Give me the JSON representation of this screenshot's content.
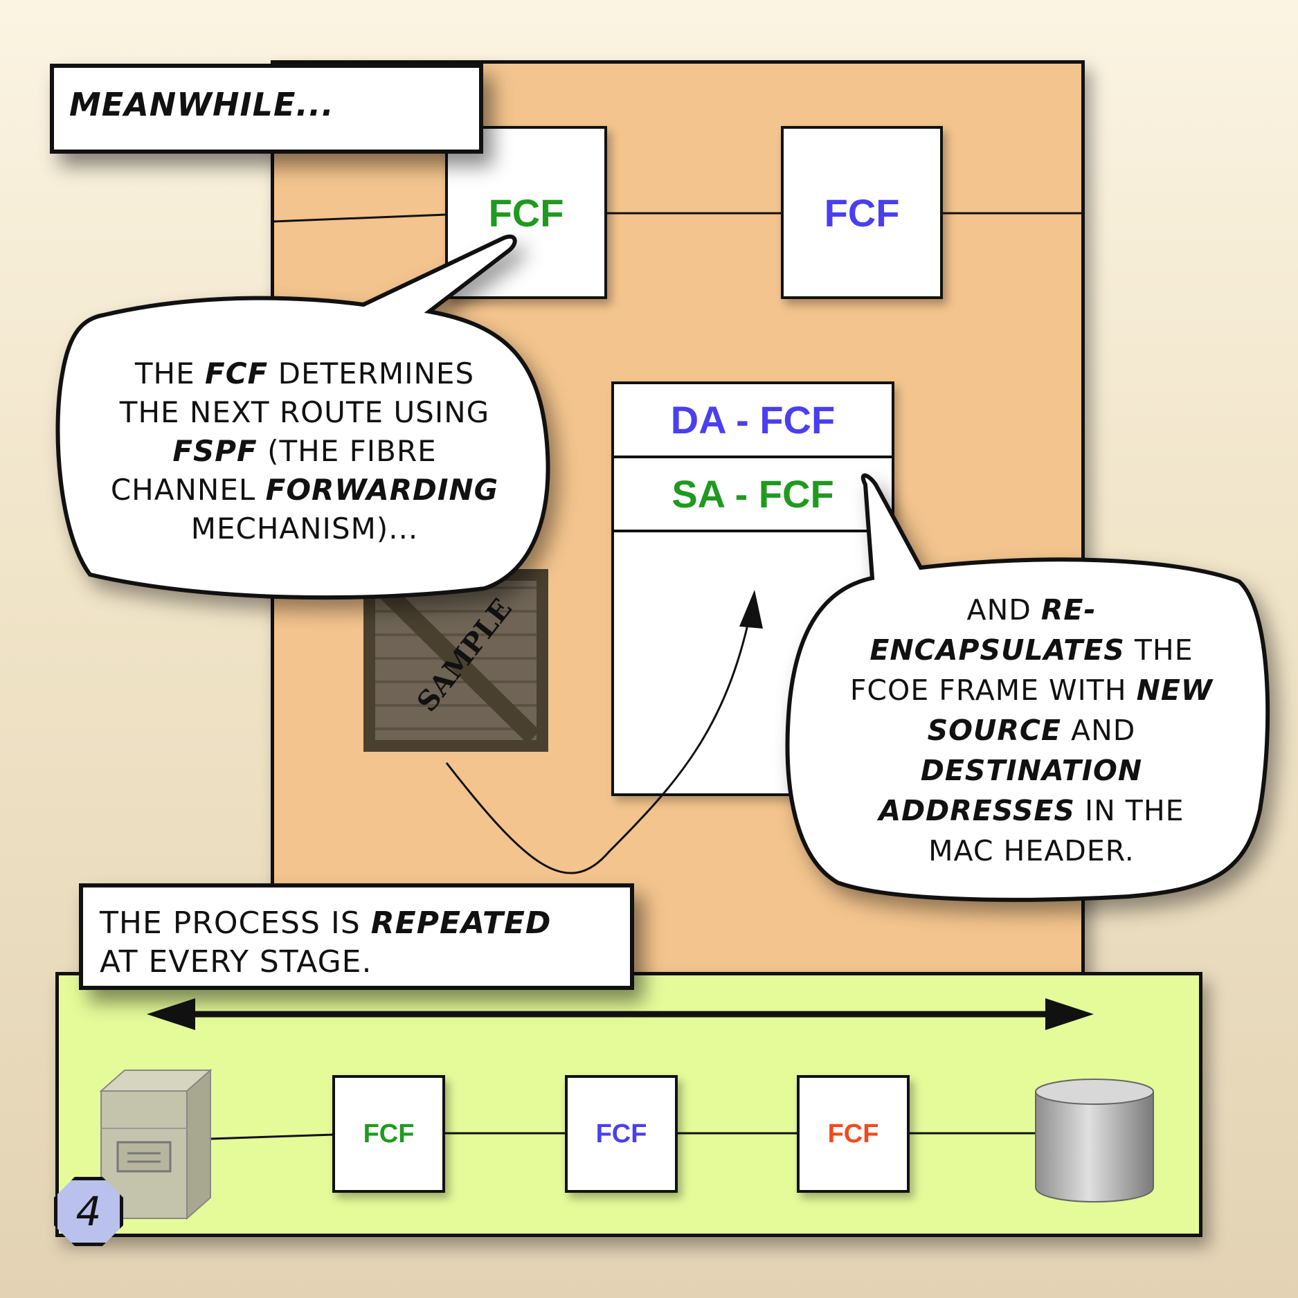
{
  "caption_top": "MEANWHILE...",
  "top_fcf_left": {
    "label": "FCF",
    "color": "#1f9a1f"
  },
  "top_fcf_right": {
    "label": "FCF",
    "color": "#4a3ff0"
  },
  "bubble_left": {
    "line1_a": "THE",
    "line1_b": "FCF",
    "line1_c": "DETERMINES",
    "line2": "THE NEXT ROUTE USING",
    "line3_a": "FSPF",
    "line3_b": "(THE FIBRE",
    "line4_a": "CHANNEL",
    "line4_b": "FORWARDING",
    "line5": "MECHANISM)..."
  },
  "crate_label": "SAMPLE",
  "frame": {
    "da": "DA - FCF",
    "da_color": "#4a3ff0",
    "sa": "SA - FCF",
    "sa_color": "#1f9a1f"
  },
  "bubble_right": {
    "line1_a": "AND",
    "line1_b": "RE-",
    "line2_a": "ENCAPSULATES",
    "line2_b": "THE",
    "line3_a": "FCOE FRAME WITH",
    "line3_b": "NEW",
    "line4_a": "SOURCE",
    "line4_b": "AND",
    "line5": "DESTINATION",
    "line6_a": "ADDRESSES",
    "line6_b": "IN THE",
    "line7": "MAC HEADER."
  },
  "caption_bottom": {
    "line1_a": "THE PROCESS IS",
    "line1_b": "REPEATED",
    "line2": "AT EVERY STAGE."
  },
  "bottom_fcf": [
    {
      "label": "FCF",
      "color": "#1f9a1f"
    },
    {
      "label": "FCF",
      "color": "#4a3ff0"
    },
    {
      "label": "FCF",
      "color": "#f04a1f"
    }
  ],
  "panel_number": "4",
  "colors": {
    "orange_panel": "#f3c48d",
    "green_panel": "#e5fb9a",
    "badge": "#b9c1ec"
  }
}
